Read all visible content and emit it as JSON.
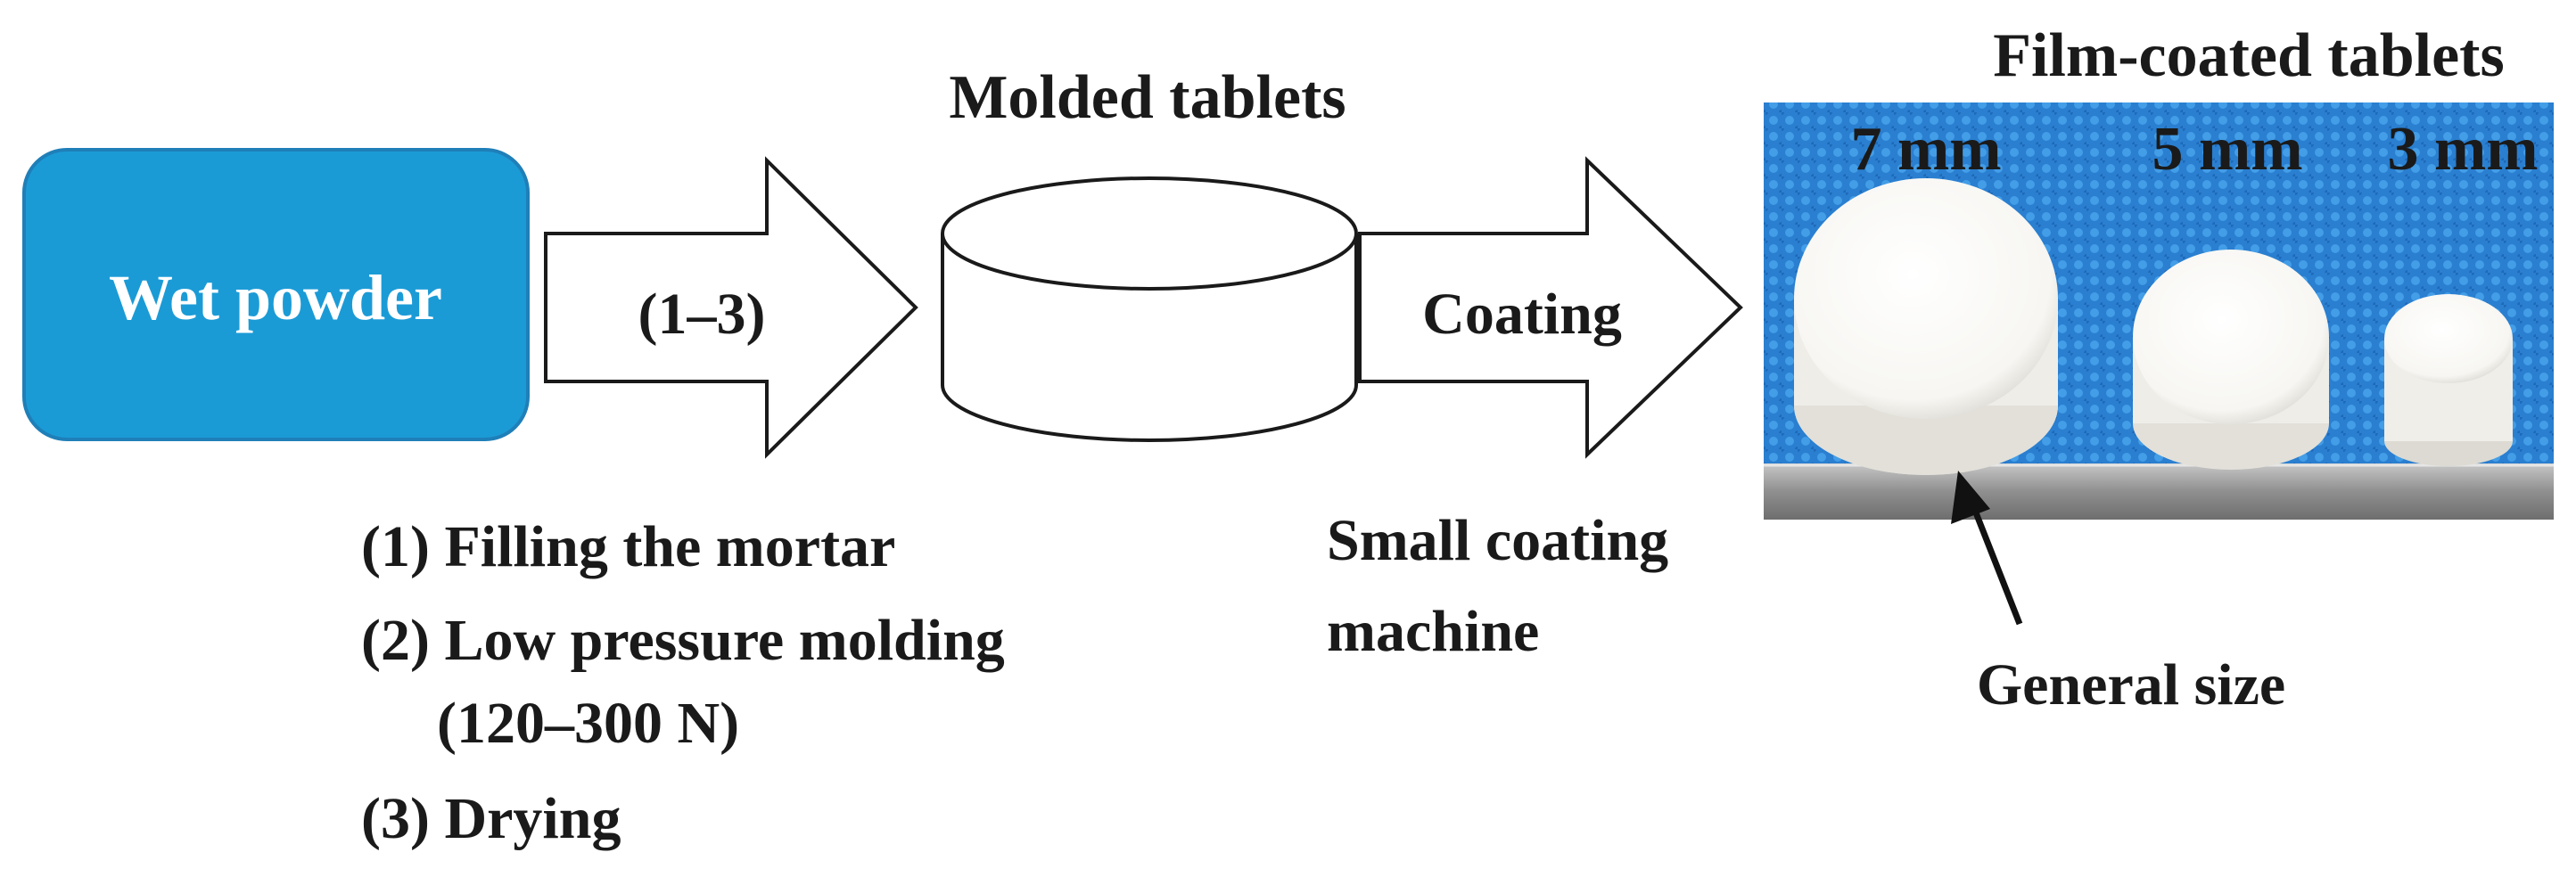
{
  "diagram": {
    "start_box": {
      "label": "Wet powder",
      "fill": "#1b9bd6",
      "stroke": "#1f7fb8"
    },
    "arrow1": {
      "label": "(1–3)"
    },
    "molded": {
      "title": "Molded tablets"
    },
    "arrow2": {
      "label": "Coating"
    },
    "steps": [
      {
        "label": "(1) Filling the mortar"
      },
      {
        "label": "(2) Low pressure molding"
      },
      {
        "label": "(120–300 N)"
      },
      {
        "label": "(3) Drying"
      }
    ],
    "coating_note": {
      "line1": "Small coating",
      "line2": "machine"
    },
    "photo": {
      "title": "Film-coated tablets",
      "sizes": [
        {
          "label": "7 mm"
        },
        {
          "label": "5 mm"
        },
        {
          "label": "3 mm"
        }
      ],
      "background_color": "#2a7fd0",
      "pointer_label": "General size"
    }
  }
}
